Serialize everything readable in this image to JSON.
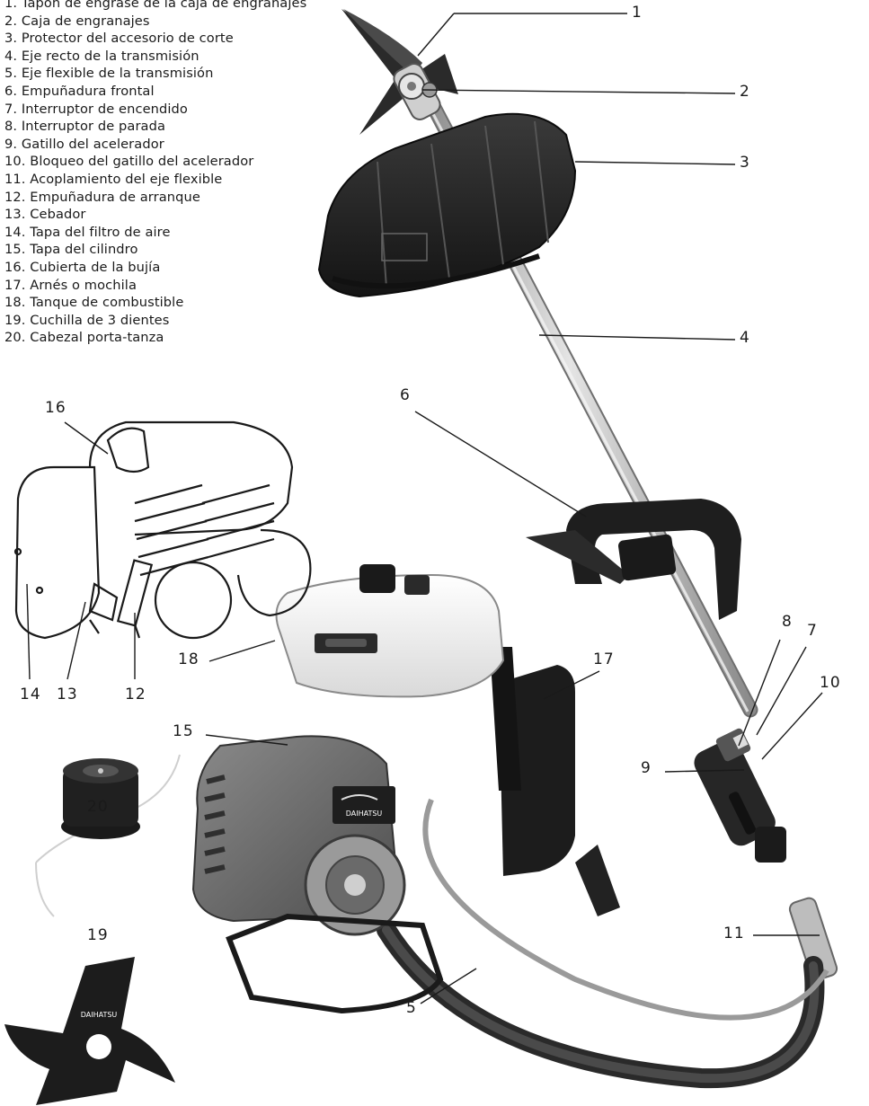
{
  "parts_list": [
    "1. Tapón de engrase de la caja de engranajes",
    "2. Caja de engranajes",
    "3. Protector del accesorio de corte",
    "4. Eje recto de la transmisión",
    "5. Eje flexible de la transmisión",
    "6. Empuñadura frontal",
    "7. Interruptor de encendido",
    "8. Interruptor de parada",
    "9. Gatillo del acelerador",
    "10. Bloqueo del gatillo del acelerador",
    "11. Acoplamiento del eje flexible",
    "12. Empuñadura de arranque",
    "13. Cebador",
    "14. Tapa del filtro de aire",
    "15. Tapa del cilindro",
    "16. Cubierta de la bujía",
    "17. Arnés o mochila",
    "18. Tanque de combustible",
    "19. Cuchilla de 3 dientes",
    "20. Cabezal porta-tanza"
  ],
  "callouts": [
    {
      "id": "1",
      "label": "1"
    },
    {
      "id": "2",
      "label": "2"
    },
    {
      "id": "3",
      "label": "3"
    },
    {
      "id": "4",
      "label": "4"
    },
    {
      "id": "5",
      "label": "5"
    },
    {
      "id": "6",
      "label": "6"
    },
    {
      "id": "7",
      "label": "7"
    },
    {
      "id": "8",
      "label": "8"
    },
    {
      "id": "9",
      "label": "9"
    },
    {
      "id": "10",
      "label": "10"
    },
    {
      "id": "11",
      "label": "11"
    },
    {
      "id": "12",
      "label": "12"
    },
    {
      "id": "13",
      "label": "13"
    },
    {
      "id": "14",
      "label": "14"
    },
    {
      "id": "15",
      "label": "15"
    },
    {
      "id": "16",
      "label": "16"
    },
    {
      "id": "17",
      "label": "17"
    },
    {
      "id": "18",
      "label": "18"
    },
    {
      "id": "19",
      "label": "19"
    },
    {
      "id": "20",
      "label": "20"
    }
  ],
  "brand": {
    "name": "DAIHATSU"
  },
  "colors": {
    "engine_gray": "#6d6d6d",
    "dark": "#232323",
    "shaft": "#bfbfbf",
    "tank": "#f3f3f3"
  }
}
